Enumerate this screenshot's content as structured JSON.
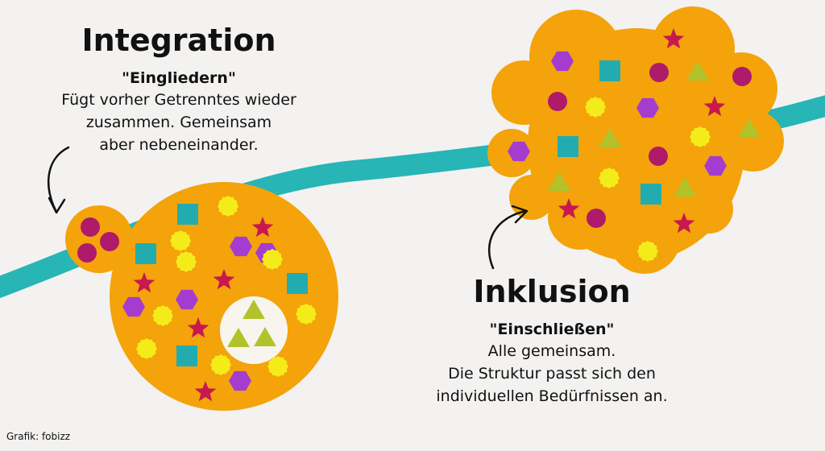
{
  "integration": {
    "title": "Integration",
    "subtitle": "\"Eingliedern\"",
    "lines": [
      "Fügt vorher Getrenntes wieder",
      "zusammen. Gemeinsam",
      "aber nebeneinander."
    ]
  },
  "inklusion": {
    "title": "Inklusion",
    "subtitle": "\"Einschließen\"",
    "lines": [
      "Alle gemeinsam.",
      "Die Struktur passt sich den",
      "individuellen Bedürfnissen an."
    ]
  },
  "credit": "Grafik: fobizz",
  "colors": {
    "background": "#f3f2f1",
    "band": "#27b5b6",
    "blob": "#f4a30b",
    "magenta": "#b01a6a",
    "teal": "#22acb0",
    "yellow": "#f3ec1a",
    "purple": "#a53cd0",
    "star": "#c8194f",
    "olive": "#b2c22a",
    "island": "#f7f5ee"
  },
  "shape_names": [
    "circle",
    "square",
    "hexagon",
    "star",
    "triangle"
  ]
}
